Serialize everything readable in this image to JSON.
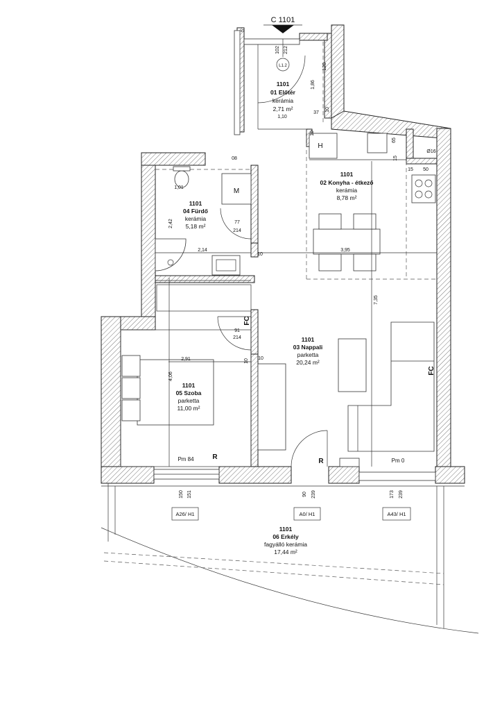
{
  "section_mark": "C 1101",
  "door_tag": "L1.2",
  "rooms": [
    {
      "id": "1101",
      "name": "01 Előtér",
      "floor": "kerámia",
      "area": "2,71 m²"
    },
    {
      "id": "1101",
      "name": "02 Konyha - étkező",
      "floor": "kerámia",
      "area": "8,78 m²"
    },
    {
      "id": "1101",
      "name": "04 Fürdő",
      "floor": "kerámia",
      "area": "5,18 m²"
    },
    {
      "id": "1101",
      "name": "03 Nappali",
      "floor": "parketta",
      "area": "20,24 m²"
    },
    {
      "id": "1101",
      "name": "05 Szoba",
      "floor": "parketta",
      "area": "11,00 m²"
    },
    {
      "id": "1101",
      "name": "06 Erkély",
      "floor": "fagyálló kerámia",
      "area": "17,44 m²"
    }
  ],
  "fixtures": {
    "hood": "H",
    "washer": "M",
    "fan_coil": "FC",
    "radiator": "R"
  },
  "dimensions": {
    "d102": "102",
    "d212": "212",
    "d186": "1,86",
    "d110": "1,10",
    "d37": "37",
    "d10a": "10",
    "d120": "120",
    "d5": "5",
    "d10c": "10",
    "d65": "65",
    "d15": "15",
    "d016": "Ø16",
    "d15b": "15",
    "d50": "50",
    "d08": "08",
    "d101": "1,01",
    "d242": "2,42",
    "d77": "77",
    "d214a": "214",
    "d214b": "2,14",
    "d10b": "10",
    "d395": "3,95",
    "d735": "7,35",
    "d91": "91",
    "d214c": "214",
    "d10d": "10",
    "d10e": "10",
    "d291": "2,91",
    "d406": "4,06"
  },
  "levels": {
    "pm84": "Pm 84",
    "pm0": "Pm 0"
  },
  "window_dims": {
    "w150": "150",
    "w151": "151",
    "w90": "90",
    "w239a": "239",
    "w173": "173",
    "w239b": "239"
  },
  "window_tags": {
    "a26": "A26/ H1",
    "a0": "A0/ H1",
    "a43": "A43/ H1"
  }
}
